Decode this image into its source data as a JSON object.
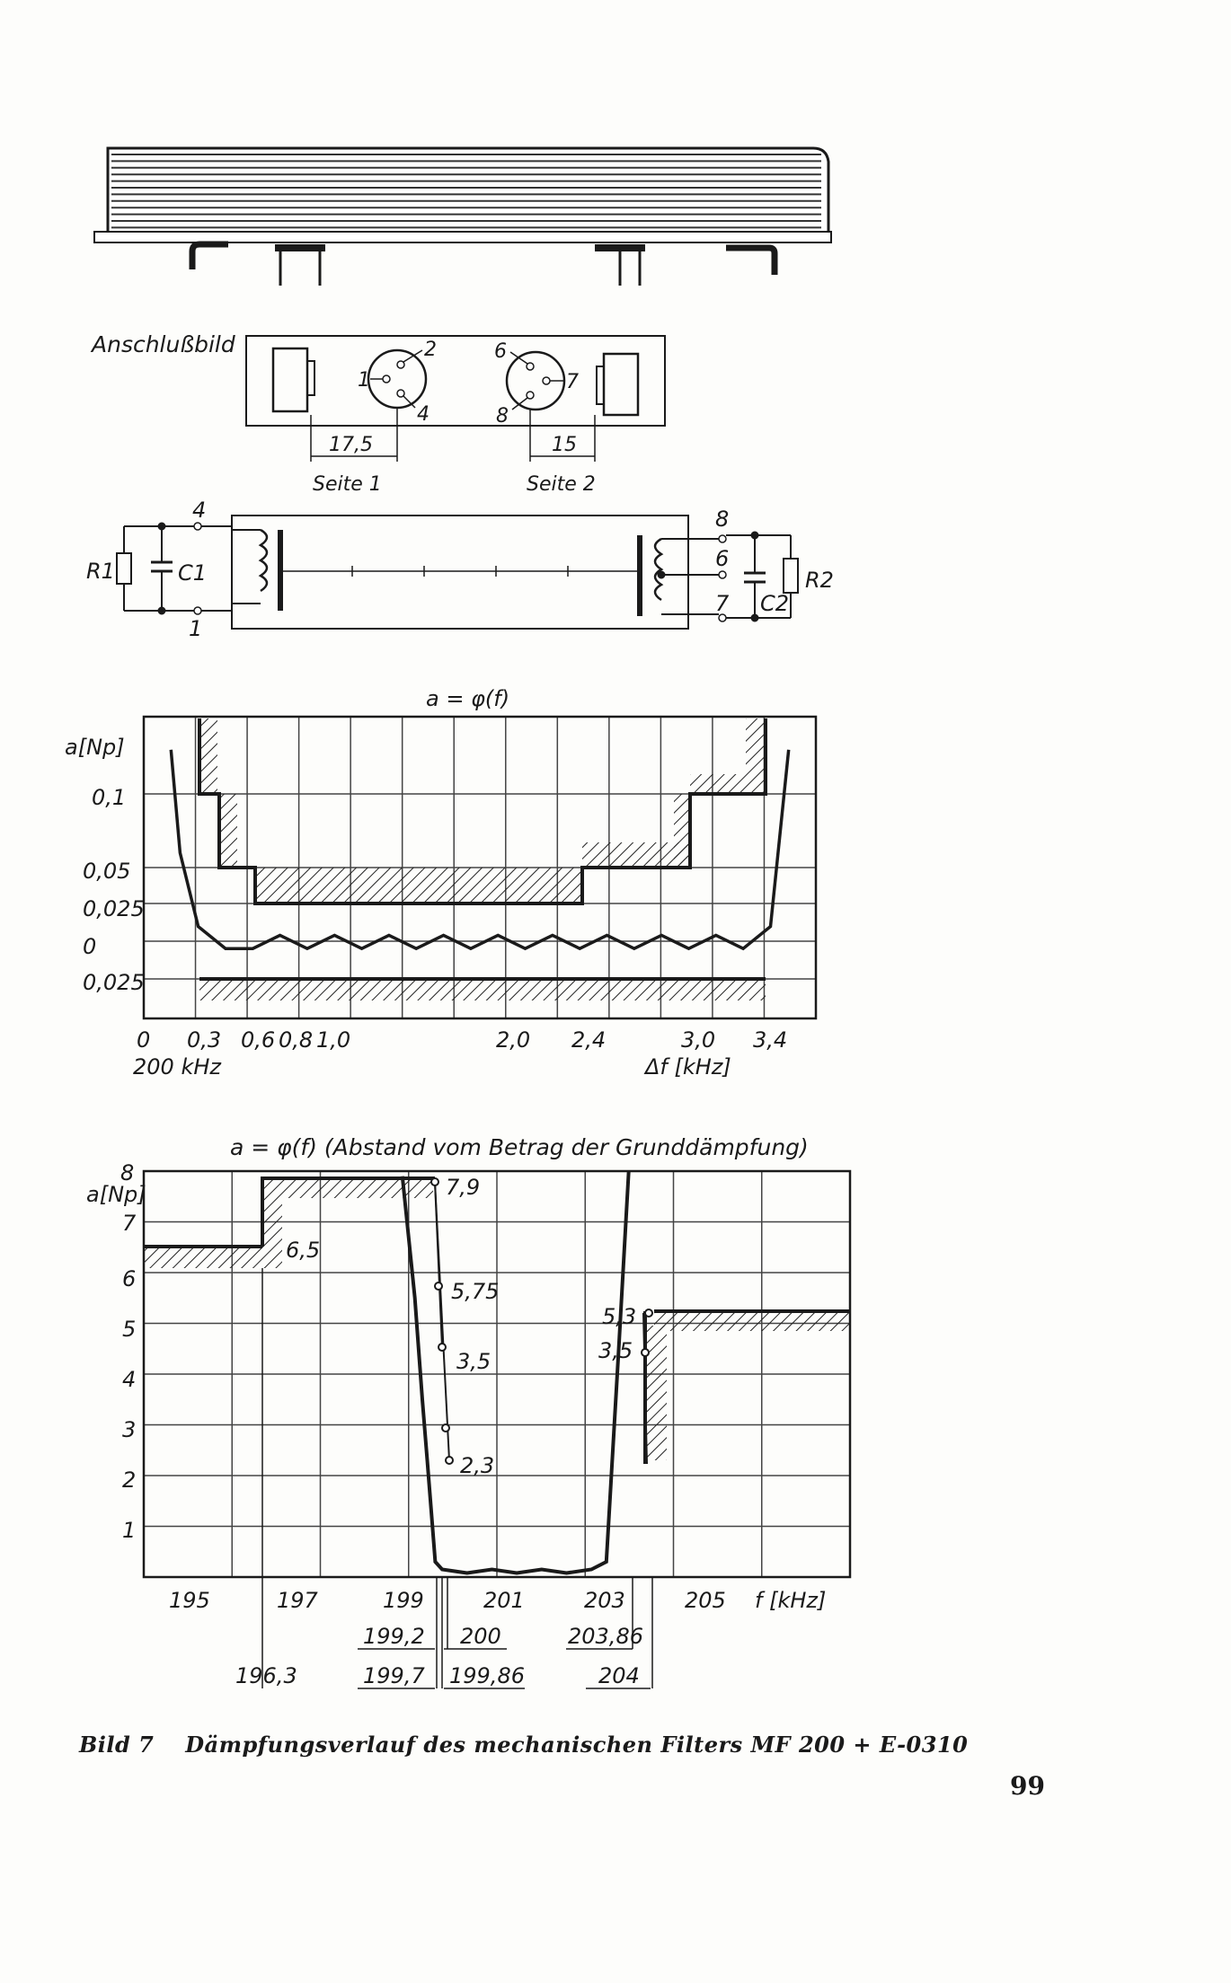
{
  "connection": {
    "title": "Anschlußbild",
    "pins_side1": [
      "1",
      "2",
      "4"
    ],
    "pins_side2": [
      "6",
      "7",
      "8"
    ],
    "dim1": "17,5",
    "dim2": "15",
    "side1": "Seite 1",
    "side2": "Seite 2"
  },
  "schematic": {
    "r1": "R1",
    "c1": "C1",
    "r2": "R2",
    "c2": "C2",
    "term_in_top": "4",
    "term_in_bottom": "1",
    "term_out_top": "8",
    "term_out_mid": "6",
    "term_out_bottom": "7"
  },
  "chart_data": [
    {
      "type": "line",
      "title": "a = φ(f)",
      "ylabel": "a[Np]",
      "xlabel": "Δf [kHz]",
      "x_offset_label": "200 kHz",
      "x_ticks": [
        "0",
        "0,3",
        "0,6",
        "0,8",
        "1,0",
        "2,0",
        "2,4",
        "3,0",
        "3,4"
      ],
      "y_ticks": [
        "0,1",
        "0,05",
        "0,025",
        "0",
        "0,025"
      ],
      "xlim": [
        0,
        3.7
      ],
      "grid": true,
      "series": [
        {
          "x": [
            0.15,
            0.2,
            0.3,
            0.45,
            0.6,
            0.75,
            0.9,
            1.05,
            1.2,
            1.35,
            1.5,
            1.65,
            1.8,
            1.95,
            2.1,
            2.25,
            2.4,
            2.55,
            2.7,
            2.85,
            3.0,
            3.15,
            3.3,
            3.45,
            3.55
          ],
          "y": [
            0.13,
            0.06,
            0.01,
            -0.005,
            -0.005,
            0.004,
            -0.005,
            0.004,
            -0.005,
            0.004,
            -0.005,
            0.004,
            -0.005,
            0.004,
            -0.005,
            0.004,
            -0.005,
            0.004,
            -0.005,
            0.004,
            -0.005,
            0.004,
            -0.005,
            0.01,
            0.13
          ]
        }
      ]
    },
    {
      "type": "line",
      "title": "a = φ(f)  (Abstand vom Betrag der Grunddämpfung)",
      "ylabel": "a[Np]",
      "xlabel": "f [kHz]",
      "xlim": [
        194,
        208.2
      ],
      "ylim": [
        0,
        8
      ],
      "grid": true,
      "x_ticks": [
        "195",
        "197",
        "199",
        "201",
        "203",
        "205"
      ],
      "y_ticks": [
        "1",
        "2",
        "3",
        "4",
        "5",
        "6",
        "7",
        "8"
      ],
      "point_labels": [
        "7,9",
        "6,5",
        "5,75",
        "3,5",
        "2,3",
        "5,3",
        "3,5"
      ],
      "marker_labels": [
        "196,3",
        "199,2",
        "199,7",
        "200",
        "199,86",
        "203,86",
        "204"
      ],
      "series": [
        {
          "x": [
            199.2,
            199.45,
            199.6,
            199.7,
            199.86,
            200.0,
            200.5,
            201.0,
            201.5,
            202.0,
            202.5,
            203.0,
            203.3,
            203.55,
            203.75
          ],
          "y": [
            7.9,
            5.5,
            3.5,
            2.3,
            0.3,
            0.15,
            0.08,
            0.15,
            0.08,
            0.15,
            0.08,
            0.15,
            0.3,
            4.5,
            8.0
          ]
        }
      ]
    }
  ],
  "figure": {
    "caption_num": "Bild 7",
    "caption_text": "Dämpfungsverlauf des mechanischen Filters MF 200 + E-0310"
  },
  "page_number": "99"
}
